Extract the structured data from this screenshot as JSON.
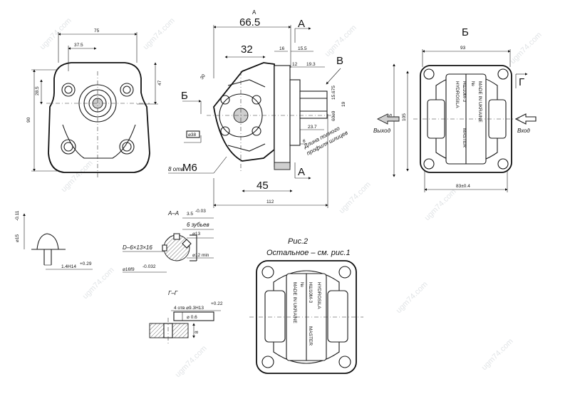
{
  "front_view": {
    "dims": {
      "w75": "75",
      "w375": "37.5",
      "h285": "28.5",
      "h47": "47",
      "h90": "90"
    }
  },
  "side_view": {
    "dims": {
      "d665": "66.5",
      "d32": "32",
      "d16": "16",
      "d155": "15.5",
      "d12": "12",
      "d193": "19.3",
      "d15675": "15.675",
      "d19_3": "19",
      "d237": "23.7",
      "d6": "6",
      "d38": "⌀38",
      "d45": "45",
      "d112": "112",
      "d30": "30",
      "d60": "60e9"
    },
    "labels": {
      "section_a_top": "A",
      "section_a_bottom": "A",
      "view_b": "Б",
      "detail_v": "В",
      "holes": "8 отв",
      "thread": "M6",
      "spline_note_1": "Длина полного",
      "spline_note_2": "профиля шлицев",
      "top_marker": "A"
    }
  },
  "top_view": {
    "title": "Б",
    "dims": {
      "d93": "93",
      "d115": "115",
      "d105": "105",
      "d83": "83±0.4"
    },
    "labels": {
      "out": "Выход",
      "in": "Вход",
      "gamma": "Г"
    },
    "plate": {
      "brand": "HYDROSILA",
      "model": "НШ10М-3",
      "master": "MASTER",
      "made": "MADE IN UKRAINE",
      "num": "№"
    }
  },
  "section_aa": {
    "title": "А–А",
    "dims": {
      "d35": "3.5",
      "d35tol": "-0.03",
      "teeth": "6 зубьев",
      "d13": "⌀13",
      "d12": "⌀12 min",
      "spline": "D–6×13×16",
      "d16": "⌀16f9",
      "d16tol": "-0.032"
    }
  },
  "key": {
    "dims": {
      "d15": "⌀15",
      "d15tol": "-0.11",
      "d14": "1.4H14",
      "d14tol": "+0.29"
    }
  },
  "section_gg": {
    "title": "Г–Г",
    "dims": {
      "holes": "4 отв ⌀9.3H13",
      "holestol": "+0.22",
      "pos": "⌀ 0.6",
      "depth": "8"
    }
  },
  "fig2": {
    "title": "Рис.2",
    "subtitle": "Остальное – см. рис.1",
    "plate": {
      "brand": "HYDROSILA",
      "model": "НШ10М-3",
      "master": "MASTER",
      "made": "MADE IN UKRAINE",
      "num": "№"
    }
  },
  "watermark": {
    "text": "ugm74.com"
  }
}
